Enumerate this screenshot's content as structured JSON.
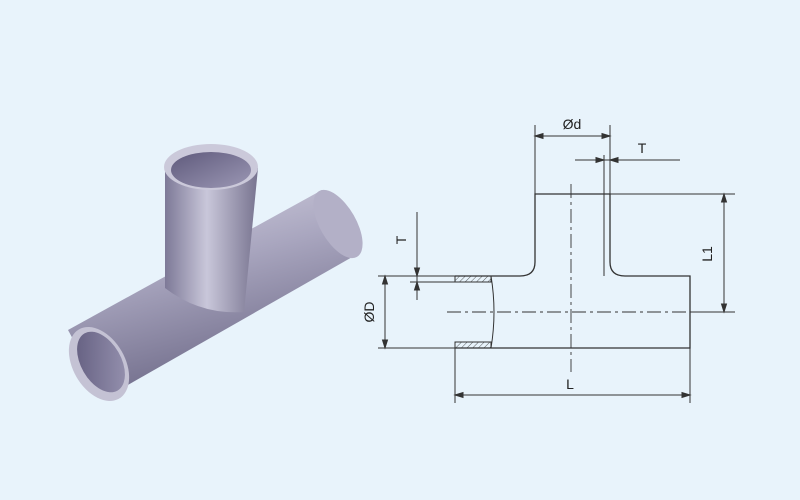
{
  "colors": {
    "background": "#e8f3fb",
    "metal_dark": "#6f6c86",
    "metal_mid": "#a4a1b9",
    "metal_light": "#d3d1e0",
    "inner_bore": "#7b7798",
    "line": "#333333"
  },
  "dimensions": {
    "d_label": "Ød",
    "t_top_label": "T",
    "t_left_label": "T",
    "l1_label": "L1",
    "D_label": "ØD",
    "L_label": "L"
  }
}
